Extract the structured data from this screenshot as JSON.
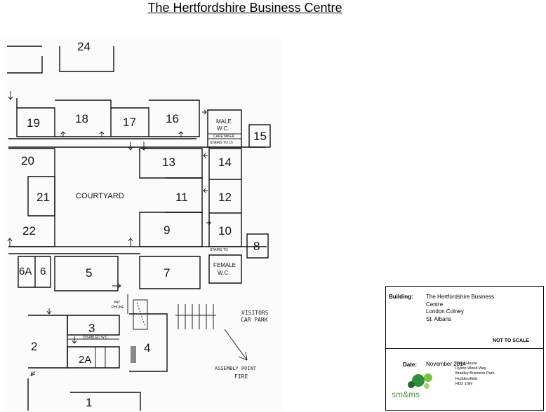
{
  "page_title": "The Hertfordshire Business Centre",
  "rooms": {
    "r24": "24",
    "r19": "19",
    "r18": "18",
    "r17": "17",
    "r16": "16",
    "r15": "15",
    "r20": "20",
    "r21": "21",
    "r22": "22",
    "r13": "13",
    "r14": "14",
    "r11": "11",
    "r12": "12",
    "r9": "9",
    "r10": "10",
    "r8": "8",
    "r6a": "6A",
    "r6": "6",
    "r5": "5",
    "r7": "7",
    "r3": "3",
    "r2": "2",
    "r2a": "2A",
    "r4": "4",
    "r1": "1"
  },
  "labels": {
    "courtyard": "COURTYARD",
    "male": "MALE",
    "male_wc": "W.C.",
    "female": "FEMALE",
    "female_wc": "W.C.",
    "caretaker": "CARETAKER",
    "stairs_15": "STAIRS TO 15",
    "stairs_to": "STAIRS TO",
    "disabled_wc": "DISABLED W.C.",
    "pay": "PAY",
    "phone": "PHONE",
    "visitors": "VISITORS",
    "car_park": "CAR PARK",
    "assembly": "ASSEMBLY POINT",
    "fire": "FIRE"
  },
  "info": {
    "building_label": "Building:",
    "building_lines": [
      "The Hertfordshire Business",
      "Centre",
      "London Colney",
      "St. Albans"
    ],
    "scale_note": "NOT TO SCALE",
    "date_label": "Date:",
    "date_value": "November 2014",
    "address_lines": [
      "Salus House",
      "Dyson Wood Way",
      "Bradley Business Park",
      "Huddersfield",
      "HD2 1GN"
    ],
    "logo_text": "sm&ms",
    "logo_colors": [
      "#2f8f3a",
      "#7cc242",
      "#1f6b2c",
      "#a3d56b"
    ]
  }
}
